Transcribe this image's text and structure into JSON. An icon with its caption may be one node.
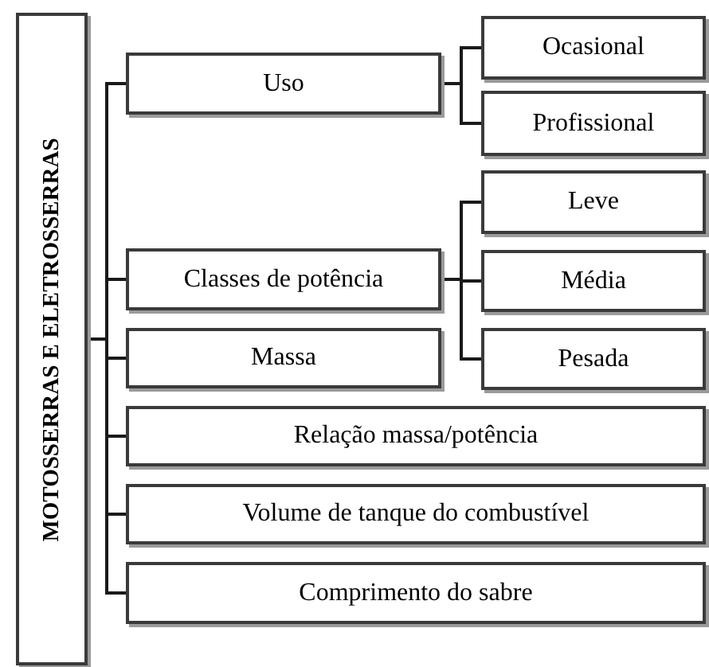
{
  "diagram": {
    "nodes": [
      {
        "text": [
          "MOTOSSERRAS E ELETROSSERRAS"
        ]
      },
      {
        "text": [
          "Uso"
        ]
      },
      {
        "text": [
          "Ocasional"
        ]
      },
      {
        "text": [
          "Profissional"
        ]
      },
      {
        "text": [
          "Classes de potência"
        ]
      },
      {
        "text": [
          "Leve"
        ]
      },
      {
        "text": [
          "Média"
        ]
      },
      {
        "text": [
          "Pesada"
        ]
      },
      {
        "text": [
          "Massa"
        ]
      },
      {
        "text": [
          "Relação massa/potência"
        ]
      },
      {
        "text": [
          "Volume de tanque do combustível"
        ]
      },
      {
        "text": [
          "Comprimento do sabre"
        ]
      }
    ],
    "edges": [
      {
        "from": 0,
        "to": 1,
        "arrow": "none"
      },
      {
        "from": 0,
        "to": 4,
        "arrow": "none"
      },
      {
        "from": 0,
        "to": 8,
        "arrow": "none"
      },
      {
        "from": 0,
        "to": 9,
        "arrow": "none"
      },
      {
        "from": 0,
        "to": 10,
        "arrow": "none"
      },
      {
        "from": 0,
        "to": 11,
        "arrow": "none"
      },
      {
        "from": 1,
        "to": 2,
        "arrow": "none"
      },
      {
        "from": 1,
        "to": 3,
        "arrow": "none"
      },
      {
        "from": 4,
        "to": 5,
        "arrow": "none"
      },
      {
        "from": 4,
        "to": 6,
        "arrow": "none"
      },
      {
        "from": 4,
        "to": 7,
        "arrow": "none"
      }
    ]
  }
}
